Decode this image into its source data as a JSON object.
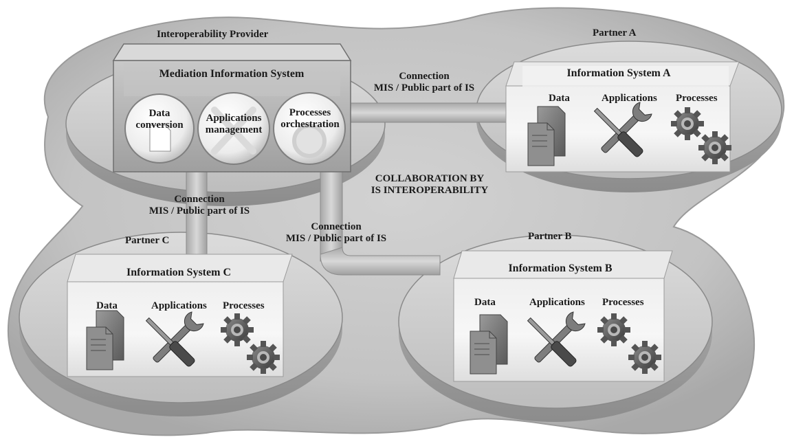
{
  "provider": {
    "platform_label": "Interoperability Provider",
    "system_title": "Mediation Information System",
    "services": [
      {
        "line1": "Data",
        "line2": "conversion"
      },
      {
        "line1": "Applications",
        "line2": "management"
      },
      {
        "line1": "Processes",
        "line2": "orchestration"
      }
    ]
  },
  "partners": {
    "a": {
      "platform_label": "Partner A",
      "system_title": "Information System A",
      "data_label": "Data",
      "applications_label": "Applications",
      "processes_label": "Processes"
    },
    "b": {
      "platform_label": "Partner B",
      "system_title": "Information System B",
      "data_label": "Data",
      "applications_label": "Applications",
      "processes_label": "Processes"
    },
    "c": {
      "platform_label": "Partner C",
      "system_title": "Information System C",
      "data_label": "Data",
      "applications_label": "Applications",
      "processes_label": "Processes"
    }
  },
  "connections": {
    "to_a": {
      "line1": "Connection",
      "line2": "MIS / Public part of IS"
    },
    "to_b": {
      "line1": "Connection",
      "line2": "MIS / Public part of IS"
    },
    "to_c": {
      "line1": "Connection",
      "line2": "MIS / Public part of IS"
    }
  },
  "center_caption": {
    "line1": "COLLABORATION BY",
    "line2": "IS INTEROPERABILITY"
  }
}
